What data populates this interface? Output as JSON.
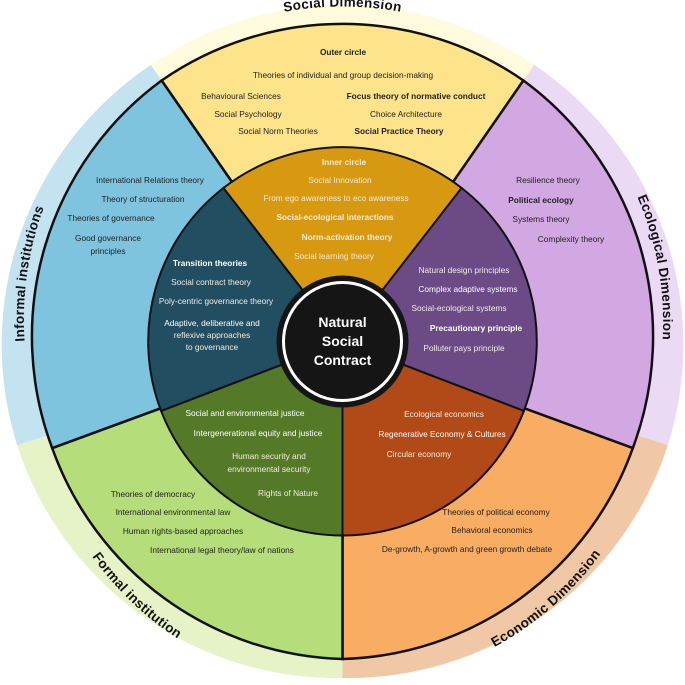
{
  "center": [
    "Natural",
    "Social",
    "Contract"
  ],
  "ring_labels": {
    "social": "Social Dimension",
    "ecological": "Ecological Dimension",
    "economic": "Economic Dimension",
    "formal": "Formal institution",
    "informal": "Informal institutions"
  },
  "outer": {
    "social": {
      "heading": "Outer circle",
      "items": [
        "Theories of individual and group decision-making",
        "Behavioural Sciences",
        "Focus theory of normative conduct",
        "Social Psychology",
        "Choice Architecture",
        "Social Norm Theories",
        "Social Practice Theory"
      ]
    },
    "ecological": [
      "Resilience theory",
      "Political ecology",
      "Systems theory",
      "Complexity theory"
    ],
    "economic": [
      "Theories of political economy",
      "Behavioral economics",
      "De-growth, A-growth and green growth debate"
    ],
    "formal": [
      "Theories of democracy",
      "International environmental law",
      "Human rights-based approaches",
      "International legal theory/law of nations"
    ],
    "informal": [
      "International Relations theory",
      "Theory of structuration",
      "Theories of governance",
      "Good governance",
      "principles"
    ]
  },
  "inner": {
    "social": {
      "heading": "Inner circle",
      "items": [
        "Social Innovation",
        "From ego awareness to eco awareness",
        "Social-ecological interactions",
        "Norm-activation theory",
        "Social learning theory"
      ]
    },
    "ecological": [
      "Natural design principles",
      "Complex adaptive systems",
      "Social-ecological systems",
      "Precautionary principle",
      "Polluter pays principle"
    ],
    "economic": [
      "Ecological economics",
      "Regenerative Economy & Cultures",
      "Circular economy"
    ],
    "formal": [
      "Social and environmental justice",
      "Intergenerational equity and justice",
      "Human security and",
      "environmental security",
      "Rights of Nature"
    ],
    "informal": [
      "Transition theories",
      "Social contract theory",
      "Poly-centric governance theory",
      "Adaptive, deliberative and",
      "reflexive approaches",
      "to governance"
    ]
  },
  "colors": {
    "outer_social": "#fde38a",
    "outer_ecological": "#d2a8e3",
    "outer_economic": "#f8ad62",
    "outer_formal": "#b5de7b",
    "outer_informal": "#7ec4de",
    "inner_social": "#d6990f",
    "inner_ecological": "#6b4a86",
    "inner_economic": "#b14a17",
    "inner_formal": "#547a27",
    "inner_informal": "#214e60",
    "ring_social": "#fffbdc",
    "ring_ecological": "#eadaf3",
    "ring_economic": "#f0c8a5",
    "ring_formal": "#e5f3c6",
    "ring_informal": "#c4e3f0",
    "center": "#151515"
  }
}
